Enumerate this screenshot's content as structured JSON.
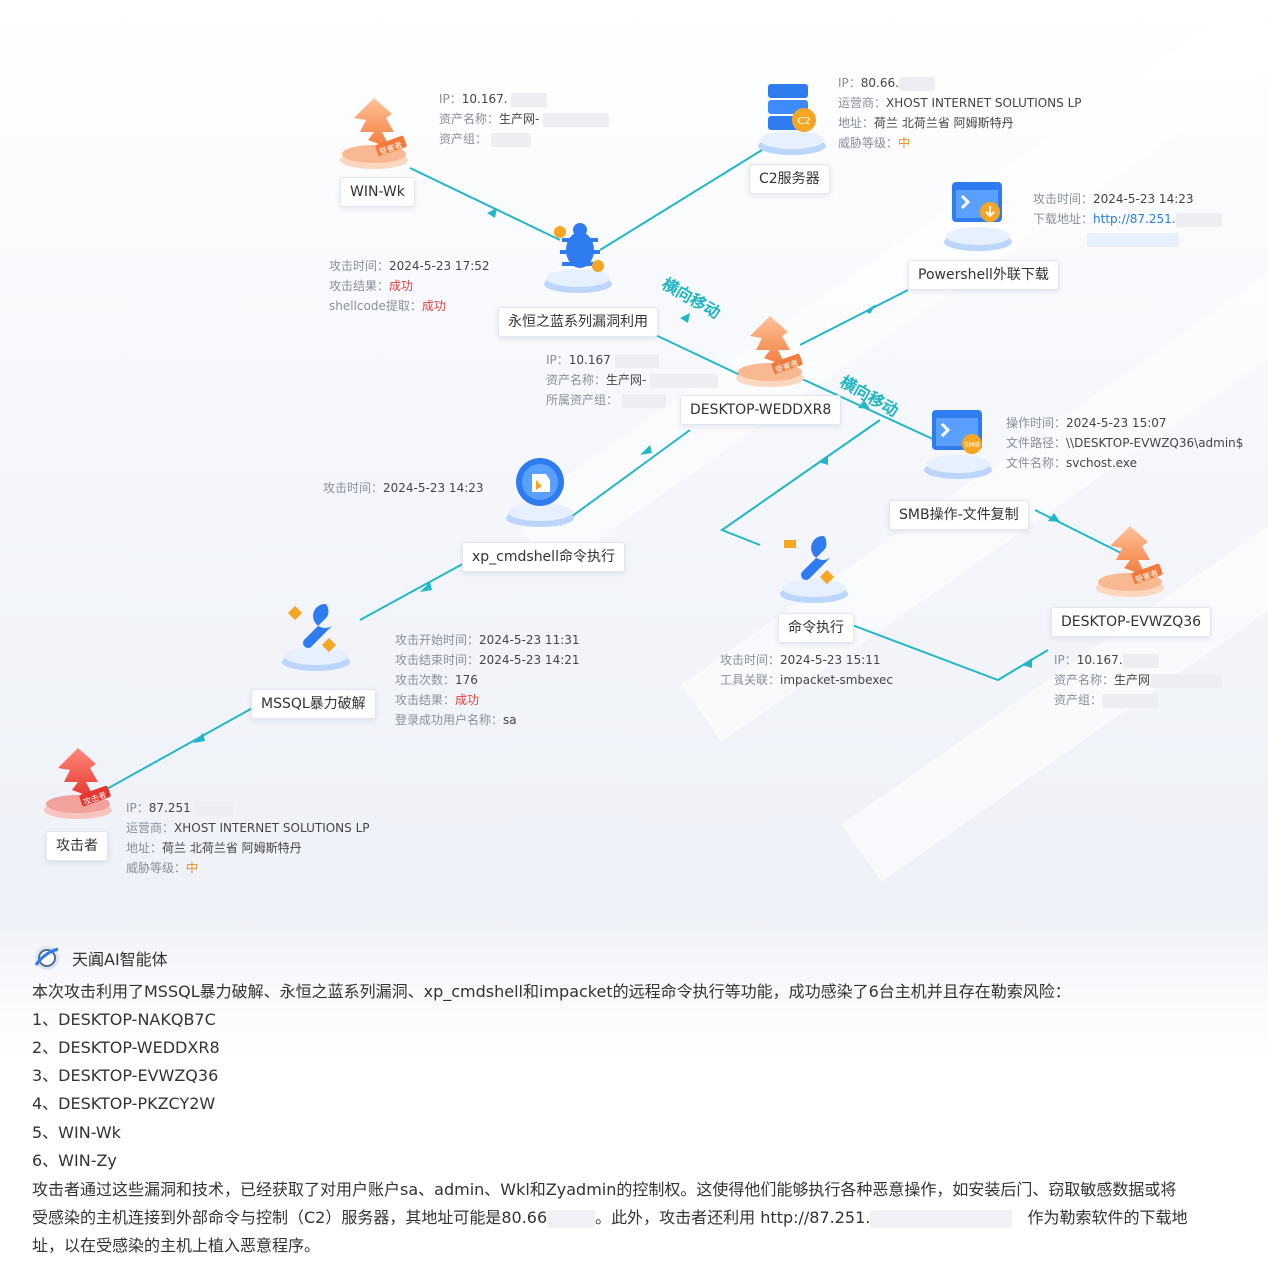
{
  "nodes": {
    "attacker": {
      "label": "攻击者",
      "badge": "攻击者",
      "info": {
        "ip_k": "IP：",
        "ip_v": "87.251",
        "op_k": "运营商：",
        "op_v": "XHOST INTERNET SOLUTIONS LP",
        "addr_k": "地址：",
        "addr_v": "荷兰 北荷兰省 阿姆斯特丹",
        "threat_k": "威胁等级：",
        "threat_v": "中"
      }
    },
    "mssql": {
      "label": "MSSQL暴力破解",
      "info": {
        "start_k": "攻击开始时间：",
        "start_v": "2024-5-23 11:31",
        "end_k": "攻击结束时间：",
        "end_v": "2024-5-23 14:21",
        "count_k": "攻击次数：",
        "count_v": "176",
        "result_k": "攻击结果：",
        "result_v": "成功",
        "user_k": "登录成功用户名称：",
        "user_v": "sa"
      }
    },
    "xp": {
      "label": "xp_cmdshell命令执行",
      "info": {
        "time_k": "攻击时间：",
        "time_v": "2024-5-23 14:23"
      }
    },
    "weddxr8": {
      "label": "DESKTOP-WEDDXR8",
      "badge": "受害者",
      "info": {
        "ip_k": "IP：",
        "ip_v": "10.167",
        "name_k": "资产名称：",
        "name_v": "生产网-",
        "group_k": "所属资产组："
      }
    },
    "eternal": {
      "label": "永恒之蓝系列漏洞利用",
      "info": {
        "time_k": "攻击时间：",
        "time_v": "2024-5-23 17:52",
        "result_k": "攻击结果：",
        "result_v": "成功",
        "sc_k": "shellcode提取：",
        "sc_v": "成功"
      }
    },
    "winwk": {
      "label": "WIN-Wk",
      "badge": "受害者",
      "info": {
        "ip_k": "IP：",
        "ip_v": "10.167.",
        "name_k": "资产名称：",
        "name_v": "生产网-",
        "group_k": "资产组："
      }
    },
    "c2": {
      "label": "C2服务器",
      "badge": "C2",
      "info": {
        "ip_k": "IP：",
        "ip_v": "80.66.",
        "op_k": "运营商：",
        "op_v": "XHOST INTERNET SOLUTIONS LP",
        "addr_k": "地址：",
        "addr_v": "荷兰 北荷兰省 阿姆斯特丹",
        "threat_k": "威胁等级：",
        "threat_v": "中"
      }
    },
    "ps": {
      "label": "Powershell外联下载",
      "info": {
        "time_k": "攻击时间：",
        "time_v": "2024-5-23 14:23",
        "url_k": "下载地址：",
        "url_v": "http://87.251."
      }
    },
    "smb": {
      "label": "SMB操作-文件复制",
      "badge": "SMB",
      "info": {
        "time_k": "操作时间：",
        "time_v": "2024-5-23 15:07",
        "path_k": "文件路径：",
        "path_v": "\\\\DESKTOP-EVWZQ36\\admin$",
        "file_k": "文件名称：",
        "file_v": "svchost.exe"
      }
    },
    "cmd": {
      "label": "命令执行",
      "info": {
        "time_k": "攻击时间：",
        "time_v": "2024-5-23 15:11",
        "tool_k": "工具关联：",
        "tool_v": "impacket-smbexec"
      }
    },
    "evwzq36": {
      "label": "DESKTOP-EVWZQ36",
      "badge": "受害者",
      "info": {
        "ip_k": "IP：",
        "ip_v": "10.167.",
        "name_k": "资产名称：",
        "name_v": "生产网",
        "group_k": "资产组："
      }
    }
  },
  "lateral_label": "横向移动",
  "report": {
    "title": "天阗AI智能体",
    "intro": "本次攻击利用了MSSQL暴力破解、永恒之蓝系列漏洞、xp_cmdshell和impacket的远程命令执行等功能，成功感染了6台主机并且存在勒索风险：",
    "hosts": [
      "1、DESKTOP-NAKQB7C",
      "2、DESKTOP-WEDDXR8",
      "3、DESKTOP-EVWZQ36",
      "4、DESKTOP-PKZCY2W",
      "5、WIN-Wk",
      "6、WIN-Zy"
    ],
    "p1": "攻击者通过这些漏洞和技术，已经获取了对用户账户sa、admin、Wkl和Zyadmin的控制权。这使得他们能够执行各种恶意操作，如安装后门、窃取敏感数据或将",
    "p2a": "受感染的主机连接到外部命令与控制（C2）服务器，其地址可能是80.66",
    "p2b": "。此外，攻击者还利用",
    "p2c": "http://87.251.",
    "p2d": "作为勒索软件的下载地",
    "p3": "址，以在受感染的主机上植入恶意程序。"
  },
  "colors": {
    "link": "#22b7c8",
    "victim": "#f27b3c",
    "attacker": "#ec3b36",
    "tool": "#2f7cf0"
  }
}
